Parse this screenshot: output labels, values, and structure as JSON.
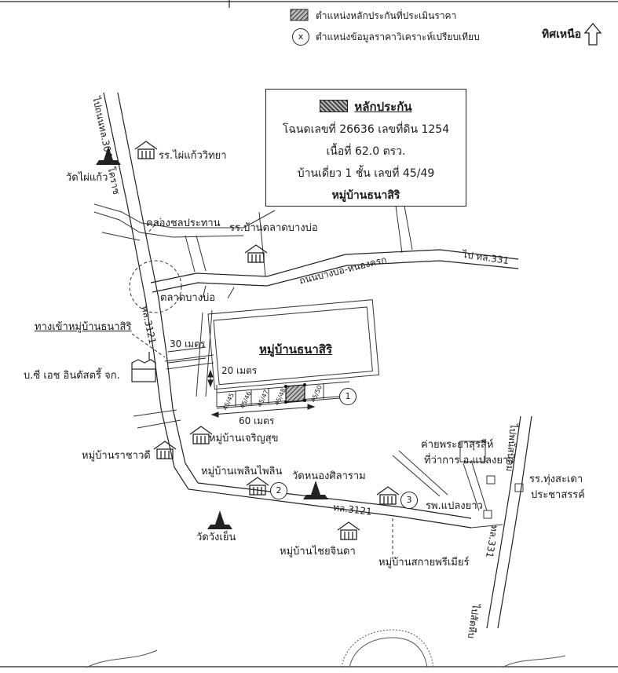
{
  "legend": {
    "collateral_label": "ตำแหน่งหลักประกันที่ประเมินราคา",
    "comparable_symbol": "x",
    "comparable_label": "ตำแหน่งข้อมูลราคาวิเคราะห์เปรียบเทียบ",
    "north_label": "ทิศเหนือ"
  },
  "info_box": {
    "heading": "หลักประกัน",
    "deed_line": "โฉนดเลขที่ 26636  เลขที่ดิน 1254",
    "area_line": "เนื้อที่ 62.0 ตรว.",
    "house_line": "บ้านเดี่ยว 1 ชั้น เลขที่ 45/49",
    "village_line": "หมู่บ้านธนาสิริ"
  },
  "roads": {
    "to_nakhon_ratchasima": "ไปถนนทล.304 - โคราช",
    "route_3121_north": "ทล.3121",
    "route_3121_south": "ทล.3121",
    "bang_bo_nong_ruk": "ถนนบางบ่อ-หนองครก",
    "to_route_331": "ไป ทล.331",
    "route_331": "ทล.331",
    "to_phanat_nikhom": "ไปพนัสนิคม",
    "to_sattahip": "ไปสัตหีบ"
  },
  "places": {
    "wat_phai_kaeo": "วัดไผ่แก้ว",
    "school_phai_kaeo": "รร.ไผ่แก้ววิทยา",
    "irrigation_canal": "คลองชลประทาน",
    "school_bang_bo_market": "รร.บ้านตลาดบางบ่อ",
    "bang_bo_market": "ตลาดบางบ่อ",
    "village_entrance": "ทางเข้าหมู่บ้านธนาสิริ",
    "dist_30": "30 เมตร",
    "dist_20": "20 เมตร",
    "dist_60": "60 เมตร",
    "company": "บ.ซี เอช อินดัสตรี้ จก.",
    "thanasiri_village": "หมู่บ้านธนาสิริ",
    "charoen_suk_village": "หมู่บ้านเจริญสุข",
    "rachawadee_village": "หมู่บ้านราชาวดี",
    "ploen_phailin_village": "หมู่บ้านเพลินไพลิน",
    "wat_nong_sila": "วัดหนองศิลาราม",
    "wat_wang_yen": "วัดวังเย็น",
    "chaijinda_village": "หมู่บ้านไชยจินดา",
    "sakai_premier_village": "หมู่บ้านสกายพรีเมียร์",
    "camp": "ค่ายพระยาสุรสีห์",
    "district_office": "ที่ว่าการ อ.แปลงยาว",
    "hospital": "รพ.แปลงยาว",
    "school_thung_sadao_1": "รร.ทุ่งสะเดา",
    "school_thung_sadao_2": "ประชาสรรค์"
  },
  "plots": [
    "45/45",
    "45/46",
    "45/47",
    "45/48",
    "45/50"
  ],
  "comparables": [
    "1",
    "2",
    "3"
  ]
}
